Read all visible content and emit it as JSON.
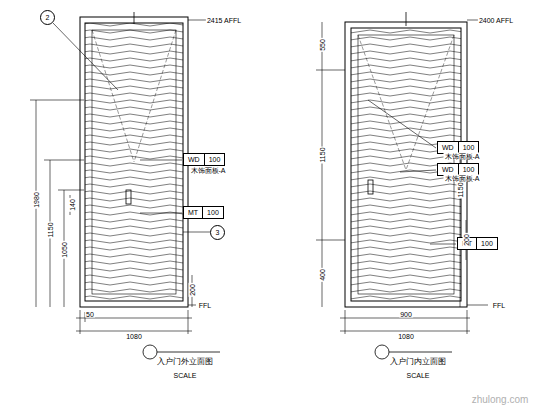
{
  "diagram": {
    "nodes": [
      {
        "text": [
          "2"
        ]
      },
      {
        "text": [
          "WD",
          "100"
        ]
      },
      {
        "text": [
          "MT",
          "100"
        ]
      },
      {
        "text": [
          "3"
        ]
      },
      {
        "text": [
          "WD",
          "100"
        ]
      },
      {
        "text": [
          "WD",
          "100"
        ]
      },
      {
        "text": [
          "MT",
          "100"
        ]
      }
    ],
    "labels": [
      "2415 AFFL",
      "2400 AFFL",
      "FFL",
      "FFL",
      "1980",
      "1150",
      "1050",
      "140",
      "200",
      "50",
      "1080",
      "900",
      "1080",
      "550",
      "1150",
      "400",
      "1150",
      "200",
      "木饰面板-A",
      "木饰面板-A",
      "木饰面板-A",
      "入户门外立面图",
      "SCALE",
      "入户门内立面图",
      "SCALE",
      "zhulong.com"
    ]
  }
}
